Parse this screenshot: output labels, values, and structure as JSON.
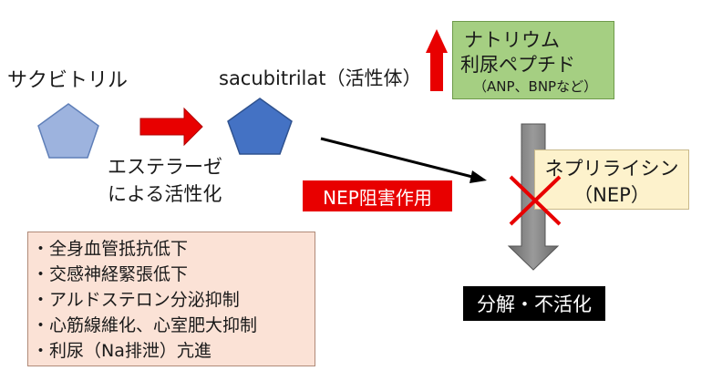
{
  "sacubitril_label": "サクビトリル",
  "sacubitrilat_label": "sacubitrilat（活性体）",
  "esterase_label": [
    "エステラーゼ",
    "による活性化"
  ],
  "nep_inhibition_label": "NEP阻害作用",
  "peptide_box": {
    "line1": "ナトリウム",
    "line2": "利尿ペプチド",
    "line3": "（ANP、BNPなど）"
  },
  "nep_box": {
    "line1": "ネプリライシン",
    "line2": "（NEP）"
  },
  "degradation_label": "分解・不活化",
  "effects": [
    "・全身血管抵抗低下",
    "・交感神経緊張低下",
    "・アルドステロン分泌抑制",
    "・心筋線維化、心室肥大抑制",
    "・利尿（Na排泄）亢進"
  ],
  "colors": {
    "prodrug_pentagon": "#9db3de",
    "active_pentagon": "#4472c4",
    "red": "#e80000",
    "green_box": "#a5cf82",
    "yellow_box": "#fdf2cc",
    "peach_box": "#fbe2d6",
    "gray_arrow": "#7f7f7f"
  }
}
